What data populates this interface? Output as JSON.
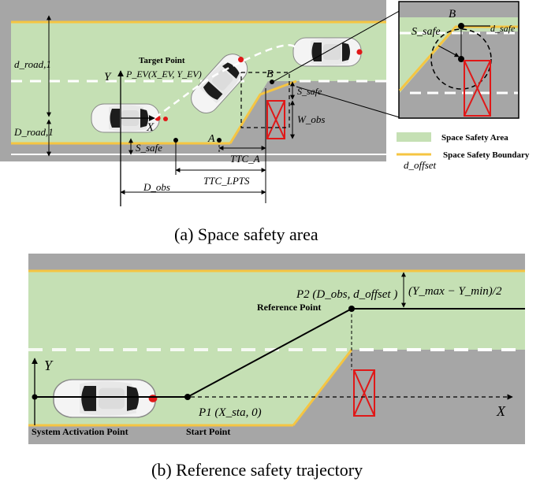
{
  "panel_a": {
    "caption": "(a) Space safety area",
    "target_point_title": "Target Point",
    "target_point_formula": "P_EV(X_EV, Y_EV)",
    "axis_x": "X",
    "axis_y": "Y",
    "point_a": "A",
    "point_b": "B",
    "d_road_1": "d_road,1",
    "D_road_1": "D_road,1",
    "s_safe": "S_safe",
    "w_obs": "W_obs",
    "ttc_a": "TTC_A",
    "ttc_lpts": "TTC_LPTS",
    "d_obs": "D_obs",
    "inset": {
      "point_b": "B",
      "s_safe": "S_safe",
      "d_safe": "d_safe"
    },
    "legend": [
      {
        "label": "Space Safety Area",
        "color": "#c5e0b4"
      },
      {
        "label": "Space Safety Boundary",
        "color": "#f5c542"
      }
    ],
    "d_offset": "d_offset"
  },
  "panel_b": {
    "caption": "(b) Reference safety trajectory",
    "axis_x": "X",
    "axis_y": "Y",
    "p2_formula": "P2 (D_obs, d_offset )",
    "reference_point": "Reference Point",
    "half_width": "(Y_max − Y_min)/2",
    "p1_formula": "P1 (X_sta, 0)",
    "system_activation_point": "System Activation Point",
    "start_point": "Start Point"
  },
  "colors": {
    "road": "#a6a6a6",
    "safe_area": "#c5e0b4",
    "boundary": "#f5c542",
    "obstacle": "#e02020",
    "lane_mark": "#ffffff"
  }
}
